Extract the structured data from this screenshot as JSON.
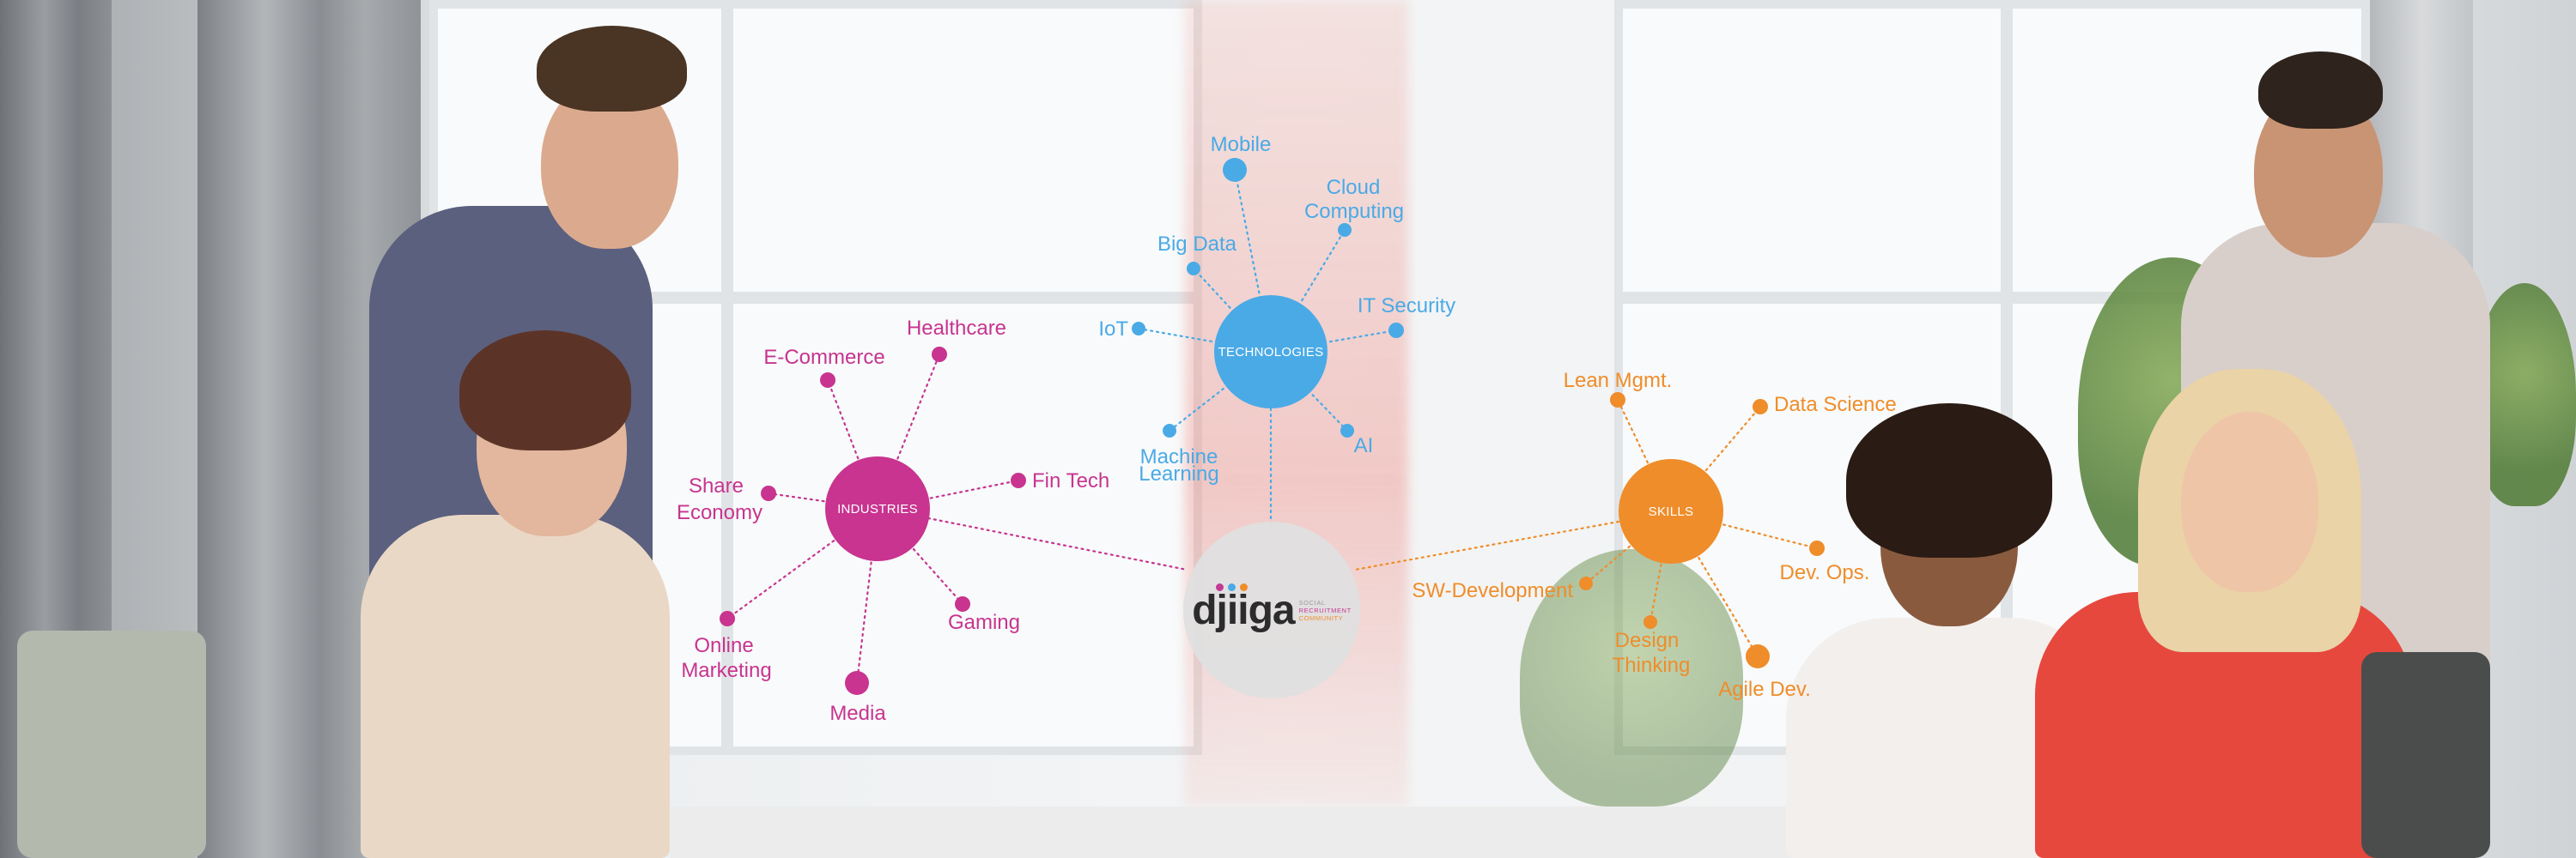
{
  "brand": {
    "name": "djiiga",
    "tagline": [
      "SOCIAL",
      "RECRUITMENT",
      "COMMUNITY"
    ],
    "dot_colors": [
      "#c23a95",
      "#4aaae6",
      "#ef8d2a"
    ],
    "tagline_colors": [
      "#9b9b9b",
      "#c23a95",
      "#ef8d2a"
    ]
  },
  "colors": {
    "industries": "#c8348f",
    "technologies": "#4aaae6",
    "skills": "#ef8d2a"
  },
  "hubs": {
    "industries": {
      "label": "INDUSTRIES"
    },
    "technologies": {
      "label": "TECHNOLOGIES"
    },
    "skills": {
      "label": "SKILLS"
    }
  },
  "industries": {
    "healthcare": "Healthcare",
    "ecommerce": "E-Commerce",
    "fintech": "Fin Tech",
    "share_economy": [
      "Share",
      "Economy"
    ],
    "online_marketing": [
      "Online",
      "Marketing"
    ],
    "gaming": "Gaming",
    "media": "Media"
  },
  "technologies": {
    "mobile": "Mobile",
    "cloud": [
      "Cloud",
      "Computing"
    ],
    "big_data": "Big Data",
    "iot": "IoT",
    "it_security": "IT Security",
    "ml": [
      "Machine",
      "Learning"
    ],
    "ai": "AI"
  },
  "skills": {
    "lean": "Lean Mgmt.",
    "data_science": "Data Science",
    "sw_dev": "SW-Development",
    "devops": "Dev. Ops.",
    "design": [
      "Design",
      "Thinking"
    ],
    "agile": "Agile Dev."
  }
}
